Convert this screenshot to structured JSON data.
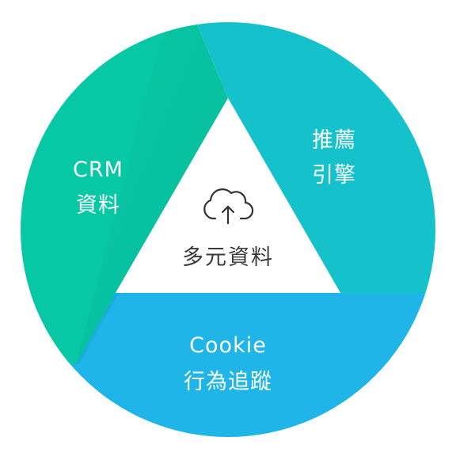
{
  "center": {
    "icon": "cloud-upload-icon",
    "label": "多元資料"
  },
  "segments": [
    {
      "id": "crm",
      "line1": "CRM",
      "line2": "資料",
      "color": "#07c8a5"
    },
    {
      "id": "recommendation",
      "line1": "推薦",
      "line2": "引擎",
      "color": "#15c2cc"
    },
    {
      "id": "cookie",
      "line1": "Cookie",
      "line2": "行為追蹤",
      "color": "#1fb5e8"
    }
  ],
  "colors": {
    "center_fill": "#ffffff",
    "center_text": "#3a3a3a",
    "label_text": "#ffffff"
  }
}
